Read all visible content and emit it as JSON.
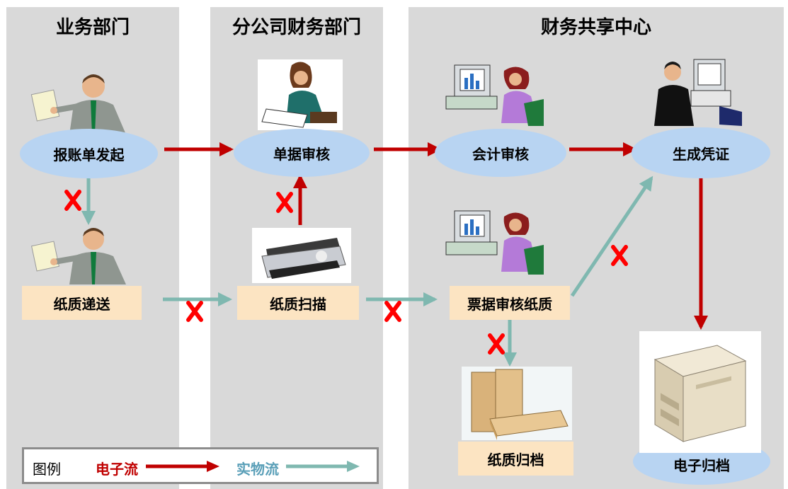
{
  "lanes": {
    "business": "业务部门",
    "branch_finance": "分公司财务部门",
    "shared_center": "财务共享中心"
  },
  "nodes": {
    "initiate": "报账单发起",
    "paper_delivery": "纸质递送",
    "doc_review": "单据审核",
    "paper_scan": "纸质扫描",
    "accounting_review": "会计审核",
    "invoice_paper_review": "票据审核纸质",
    "generate_voucher": "生成凭证",
    "paper_archive": "纸质归档",
    "electronic_archive": "电子归档"
  },
  "legend": {
    "title": "图例",
    "electronic_flow": "电子流",
    "physical_flow": "实物流"
  },
  "colors": {
    "electronic": "#c00000",
    "physical": "#7fb8b0",
    "lane": "#d9d9d9",
    "ellipse": "#b8d4f2",
    "box": "#fce4c2",
    "cross": "#ff0000"
  }
}
